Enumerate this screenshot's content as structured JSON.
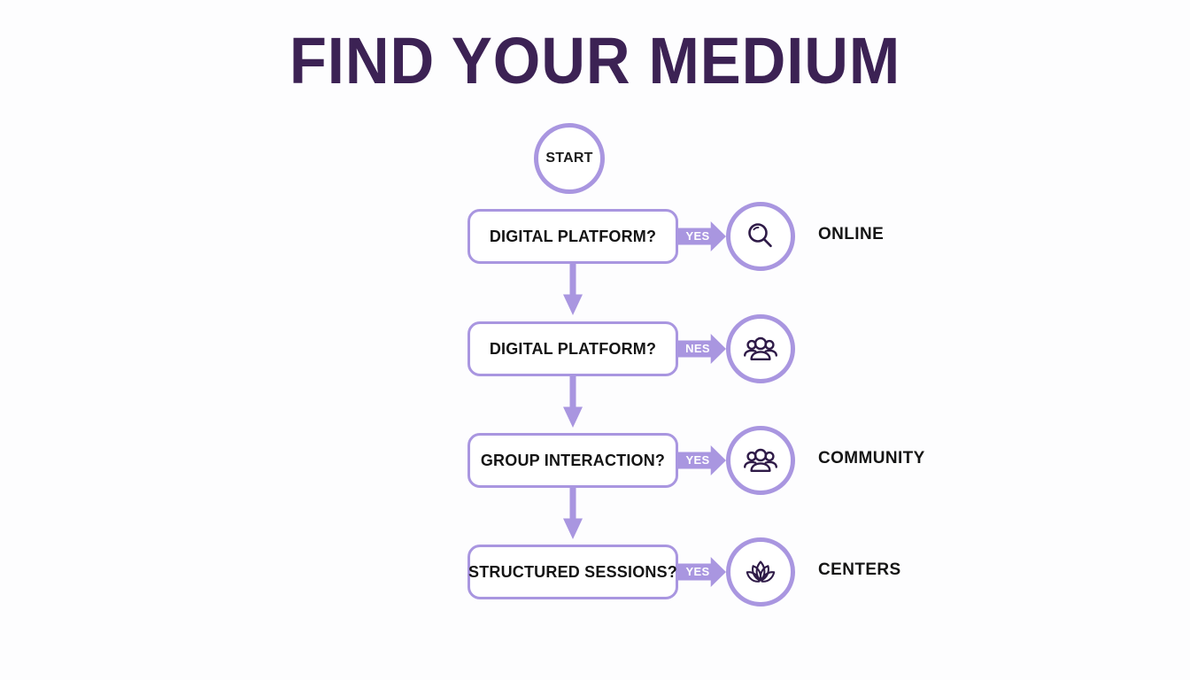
{
  "title": "FIND YOUR MEDIUM",
  "colors": {
    "title": "#3C2254",
    "accent": "#A996E0",
    "icon": "#2E1A47",
    "text": "#141414",
    "background": "#FDFDFE"
  },
  "start": {
    "label": "START",
    "shape": "circle"
  },
  "rows": [
    {
      "question": "DIGITAL PLATFORM?",
      "branch_label": "YES",
      "icon": "magnifier-icon",
      "outcome": "ONLINE"
    },
    {
      "question": "DIGITAL PLATFORM?",
      "branch_label": "NES",
      "icon": "people-group-icon",
      "outcome": ""
    },
    {
      "question": "GROUP INTERACTION?",
      "branch_label": "YES",
      "icon": "people-group-icon",
      "outcome": "COMMUNITY"
    },
    {
      "question": "STRUCTURED SESSIONS?",
      "branch_label": "YES",
      "icon": "lotus-icon",
      "outcome": "CENTERS"
    }
  ],
  "connectors": [
    {
      "from": "DIGITAL PLATFORM?",
      "to": "DIGITAL PLATFORM?",
      "direction": "down"
    },
    {
      "from": "DIGITAL PLATFORM?",
      "to": "GROUP INTERACTION?",
      "direction": "down"
    },
    {
      "from": "GROUP INTERACTION?",
      "to": "STRUCTURED SESSIONS?",
      "direction": "down"
    }
  ]
}
